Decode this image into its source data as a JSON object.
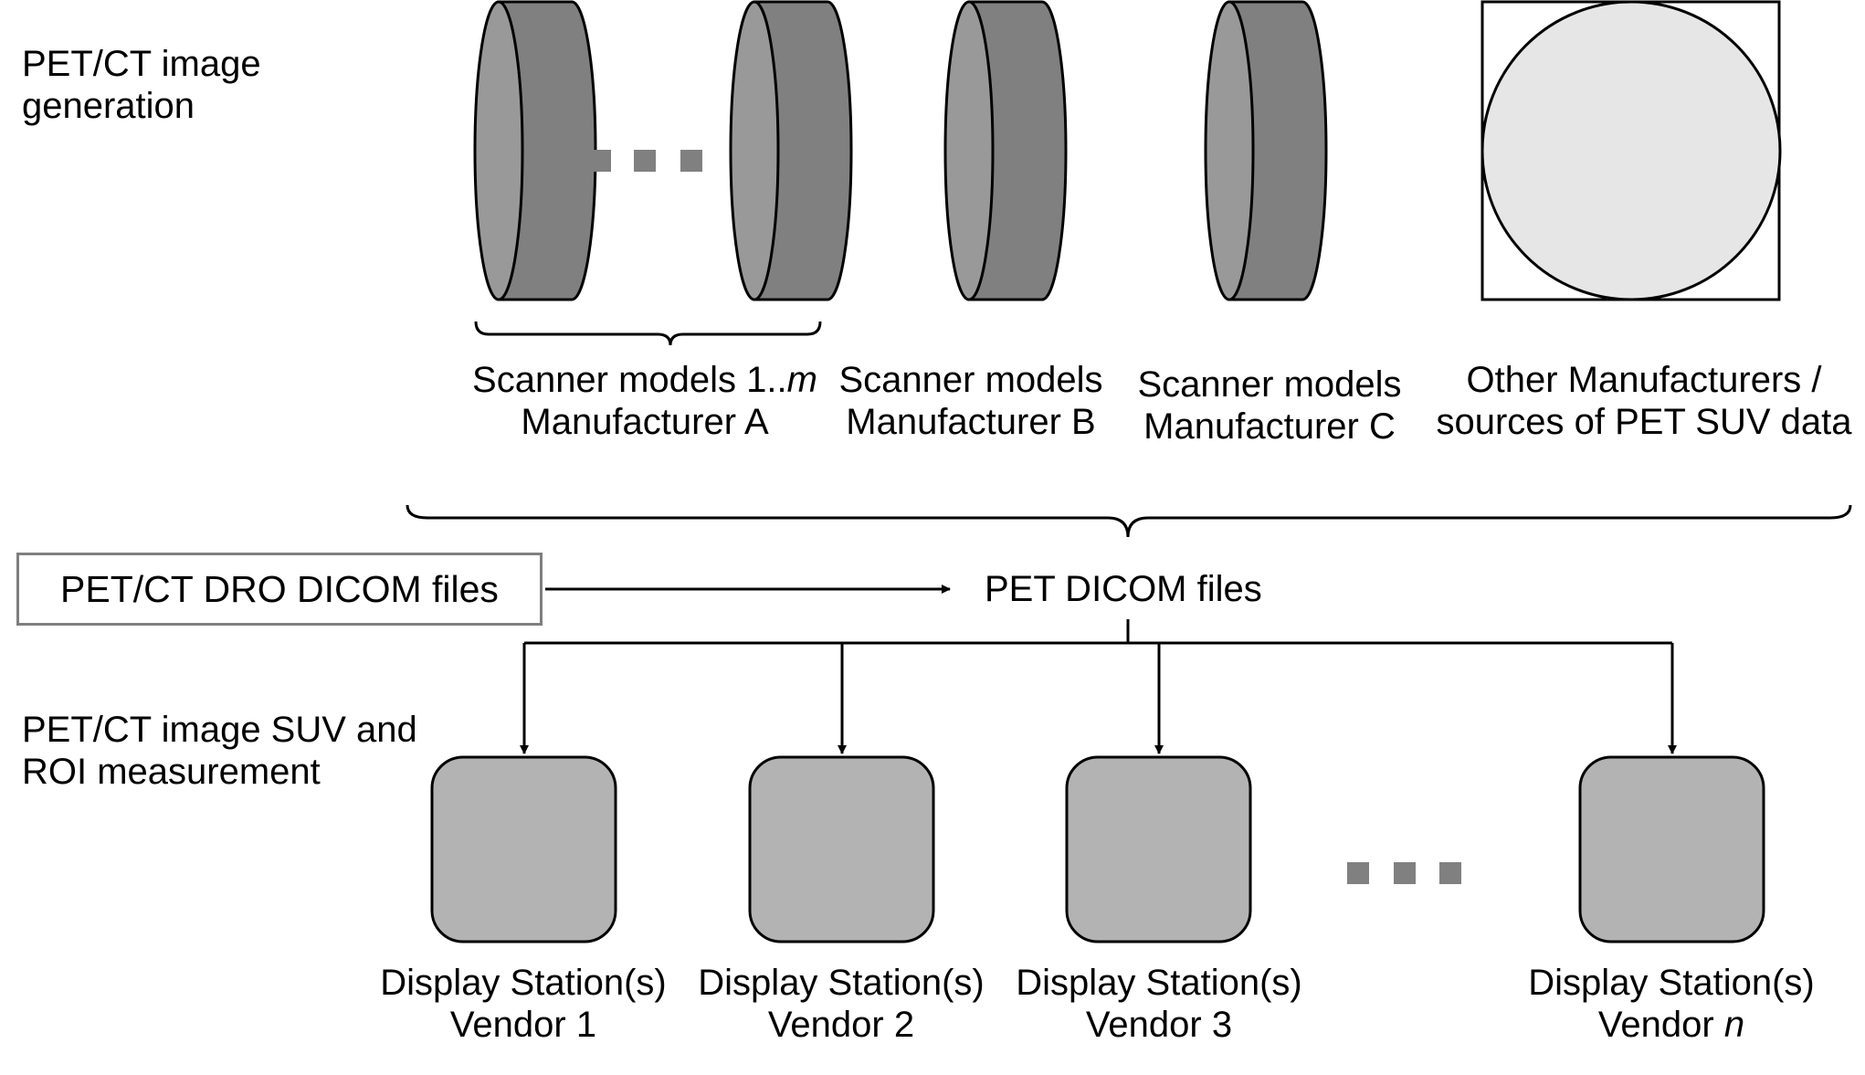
{
  "section_labels": {
    "generation_line1": "PET/CT image",
    "generation_line2": "generation",
    "measurement_line1": "PET/CT image SUV and",
    "measurement_line2": "ROI measurement"
  },
  "sources": [
    {
      "line1_prefix": "Scanner models 1..",
      "line1_italic": "m",
      "line2": "Manufacturer A"
    },
    {
      "line1": "Scanner models",
      "line2": "Manufacturer B"
    },
    {
      "line1": "Scanner models",
      "line2": "Manufacturer C"
    },
    {
      "line1": "Other Manufacturers /",
      "line2": "sources of PET SUV data"
    }
  ],
  "dro_box_label": "PET/CT DRO DICOM files",
  "dicom_label": "PET DICOM files",
  "stations": [
    {
      "line1": "Display Station(s)",
      "line2_prefix": "Vendor ",
      "line2_suffix": "1"
    },
    {
      "line1": "Display Station(s)",
      "line2_prefix": "Vendor ",
      "line2_suffix": "2"
    },
    {
      "line1": "Display Station(s)",
      "line2_prefix": "Vendor ",
      "line2_suffix": "3"
    },
    {
      "line1": "Display Station(s)",
      "line2_prefix": "Vendor ",
      "line2_italic": "n"
    }
  ],
  "colors": {
    "scanner_front": "#999999",
    "scanner_side": "#808080",
    "phantom_fill": "#e6e6e6",
    "station_fill": "#b3b3b3",
    "ellipsis": "#808080",
    "box_border": "#7f7f7f"
  },
  "icons": {
    "scanner": "scanner-ring-icon",
    "phantom": "phantom-disc-icon",
    "station": "display-station-icon",
    "ellipsis": "ellipsis-icon"
  }
}
